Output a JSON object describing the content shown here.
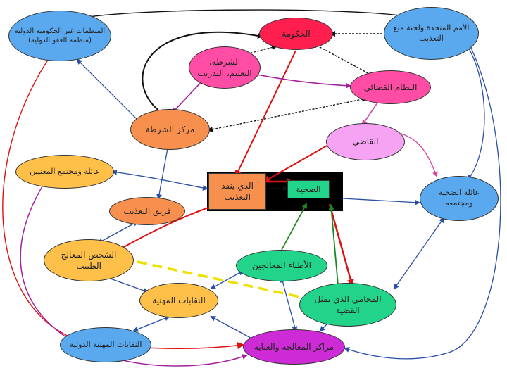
{
  "nodes": {
    "ngo": {
      "label": "المنظمات غير الحكومية الدولية\n(منظمة العفو الدولية)",
      "color": "#5aa9ee"
    },
    "government": {
      "label": "الحكومة",
      "color": "#ff1f4f"
    },
    "un_committee": {
      "label": "الأمم المتحدة ولجنة منع\nالتعذيب",
      "color": "#5aa9ee"
    },
    "police": {
      "label": "الشرطة،\nالتعليم، التدريب",
      "color": "#ff4da6"
    },
    "judicial": {
      "label": "النظام القضائي",
      "color": "#ff4da6"
    },
    "police_center": {
      "label": "مركز الشرطة",
      "color": "#f7904e"
    },
    "judge": {
      "label": "القاضي",
      "color": "#f5a3f2"
    },
    "families": {
      "label": "عائلة ومجتمع المعنيين",
      "color": "#ffc04a"
    },
    "perpetrator": {
      "label": "الذي ينفذ\nالتعذيب",
      "color": "#f7904e"
    },
    "victim": {
      "label": "الضحية",
      "color": "#22d48a"
    },
    "victim_family": {
      "label": "عائلة الضحية\nومجتمعه",
      "color": "#5aa9ee"
    },
    "torture_team": {
      "label": "فريق التعذيب",
      "color": "#f7904e"
    },
    "doctor": {
      "label": "الشخص المعالج\nالطبيب",
      "color": "#ffc04a"
    },
    "doctors": {
      "label": "الأطباء المعالجين",
      "color": "#22d48a"
    },
    "unions": {
      "label": "النقابات المهنية",
      "color": "#ffc04a"
    },
    "lawyer": {
      "label": "المحامي الذي يمثل\nالقضية",
      "color": "#22d48a"
    },
    "intl_unions": {
      "label": "النقابات المهنية الدولية",
      "color": "#5aa9ee"
    },
    "centers": {
      "label": "مراكز المعالجة والعناية",
      "color": "#cc2bd6"
    }
  }
}
